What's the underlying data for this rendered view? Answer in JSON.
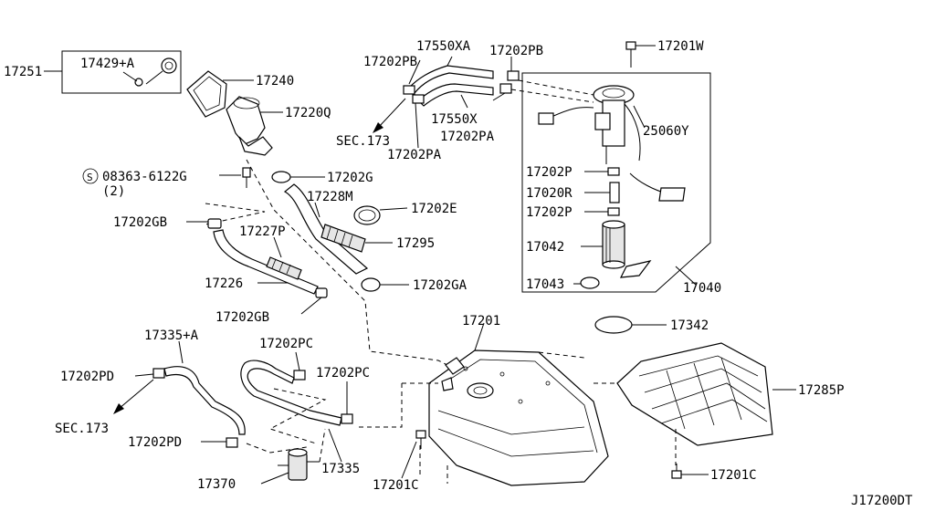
{
  "diagram_id": "J17200DT",
  "labels": {
    "p17251": "17251",
    "p17429a": "17429+A",
    "p17240": "17240",
    "p17220q": "17220Q",
    "p08363": "08363-6122G",
    "p08363qty": "(2)",
    "p17202g": "17202G",
    "p17228m": "17228M",
    "p17202e": "17202E",
    "p17295": "17295",
    "p17202gb_a": "17202GB",
    "p17227p": "17227P",
    "p17226": "17226",
    "p17202ga": "17202GA",
    "p17202gb_b": "17202GB",
    "p17550xa": "17550XA",
    "p17202pb_a": "17202PB",
    "p17202pb_b": "17202PB",
    "p17550x": "17550X",
    "p17202pa_a": "17202PA",
    "p17202pa_b": "17202PA",
    "sec173_a": "SEC.173",
    "p17201w": "17201W",
    "p25060y": "25060Y",
    "p17202p_a": "17202P",
    "p17020r": "17020R",
    "p17202p_b": "17202P",
    "p17042": "17042",
    "p17043": "17043",
    "p17040": "17040",
    "p17342": "17342",
    "p17201": "17201",
    "p17285p": "17285P",
    "p17335a": "17335+A",
    "p17202pc_a": "17202PC",
    "p17202pd_a": "17202PD",
    "sec173_b": "SEC.173",
    "p17202pc_b": "17202PC",
    "p17202pd_b": "17202PD",
    "p17335": "17335",
    "p17370": "17370",
    "p17201c_a": "17201C",
    "p17201c_b": "17201C"
  }
}
